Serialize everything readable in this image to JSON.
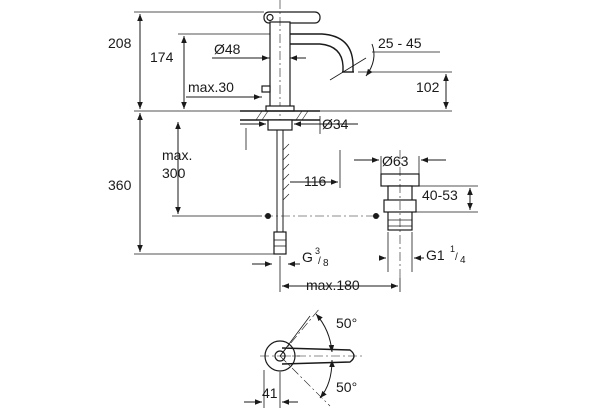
{
  "dimensions": {
    "total_height_top": "208",
    "spout_height": "174",
    "body_diameter": "Ø48",
    "spout_angle": "25 - 45",
    "max_deck": "max.30",
    "outlet_height": "102",
    "hole_diameter": "Ø34",
    "total_height_bottom": "360",
    "pull_rod_max": "max.",
    "pull_rod_value": "300",
    "waste_offset": "116",
    "waste_diameter": "Ø63",
    "waste_range": "40-53",
    "supply_thread_prefix": "G",
    "supply_thread_num": "3",
    "supply_thread_den": "8",
    "waste_thread_prefix": "G1",
    "waste_thread_num": "1",
    "waste_thread_den": "4",
    "max_180": "max.180",
    "lever_angle_top": "50°",
    "lever_angle_bottom": "50°",
    "lever_offset": "41"
  }
}
